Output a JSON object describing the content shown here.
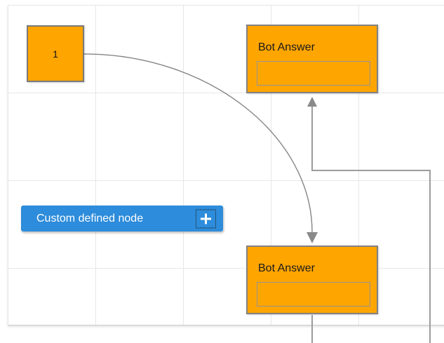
{
  "canvas": {
    "background": "#ffffff",
    "grid_color": "#e7e7e7"
  },
  "nodes": {
    "square_node": {
      "label": "1",
      "fill": "#FFA500",
      "border_color": "#7a7a7a"
    },
    "bot_answer_top": {
      "title": "Bot Answer",
      "fill": "#FFA500",
      "border_color": "#828282"
    },
    "bot_answer_bottom": {
      "title": "Bot Answer",
      "fill": "#FFA500",
      "border_color": "#828282"
    },
    "custom_node": {
      "label": "Custom defined node",
      "fill": "#2D8CDB",
      "text_color": "#ffffff",
      "icon": "plus-icon"
    }
  },
  "connectors": {
    "color": "#8f8f8f",
    "items": [
      {
        "name": "curve-connector",
        "from": "square-node",
        "to": "bot-answer-bottom-node",
        "style": "curved-arrow"
      },
      {
        "name": "elbow-connector",
        "to": "bot-answer-top-node",
        "style": "orthogonal-arrow"
      },
      {
        "name": "stub-connector",
        "from": "bot-answer-bottom-node",
        "style": "straight"
      }
    ]
  }
}
